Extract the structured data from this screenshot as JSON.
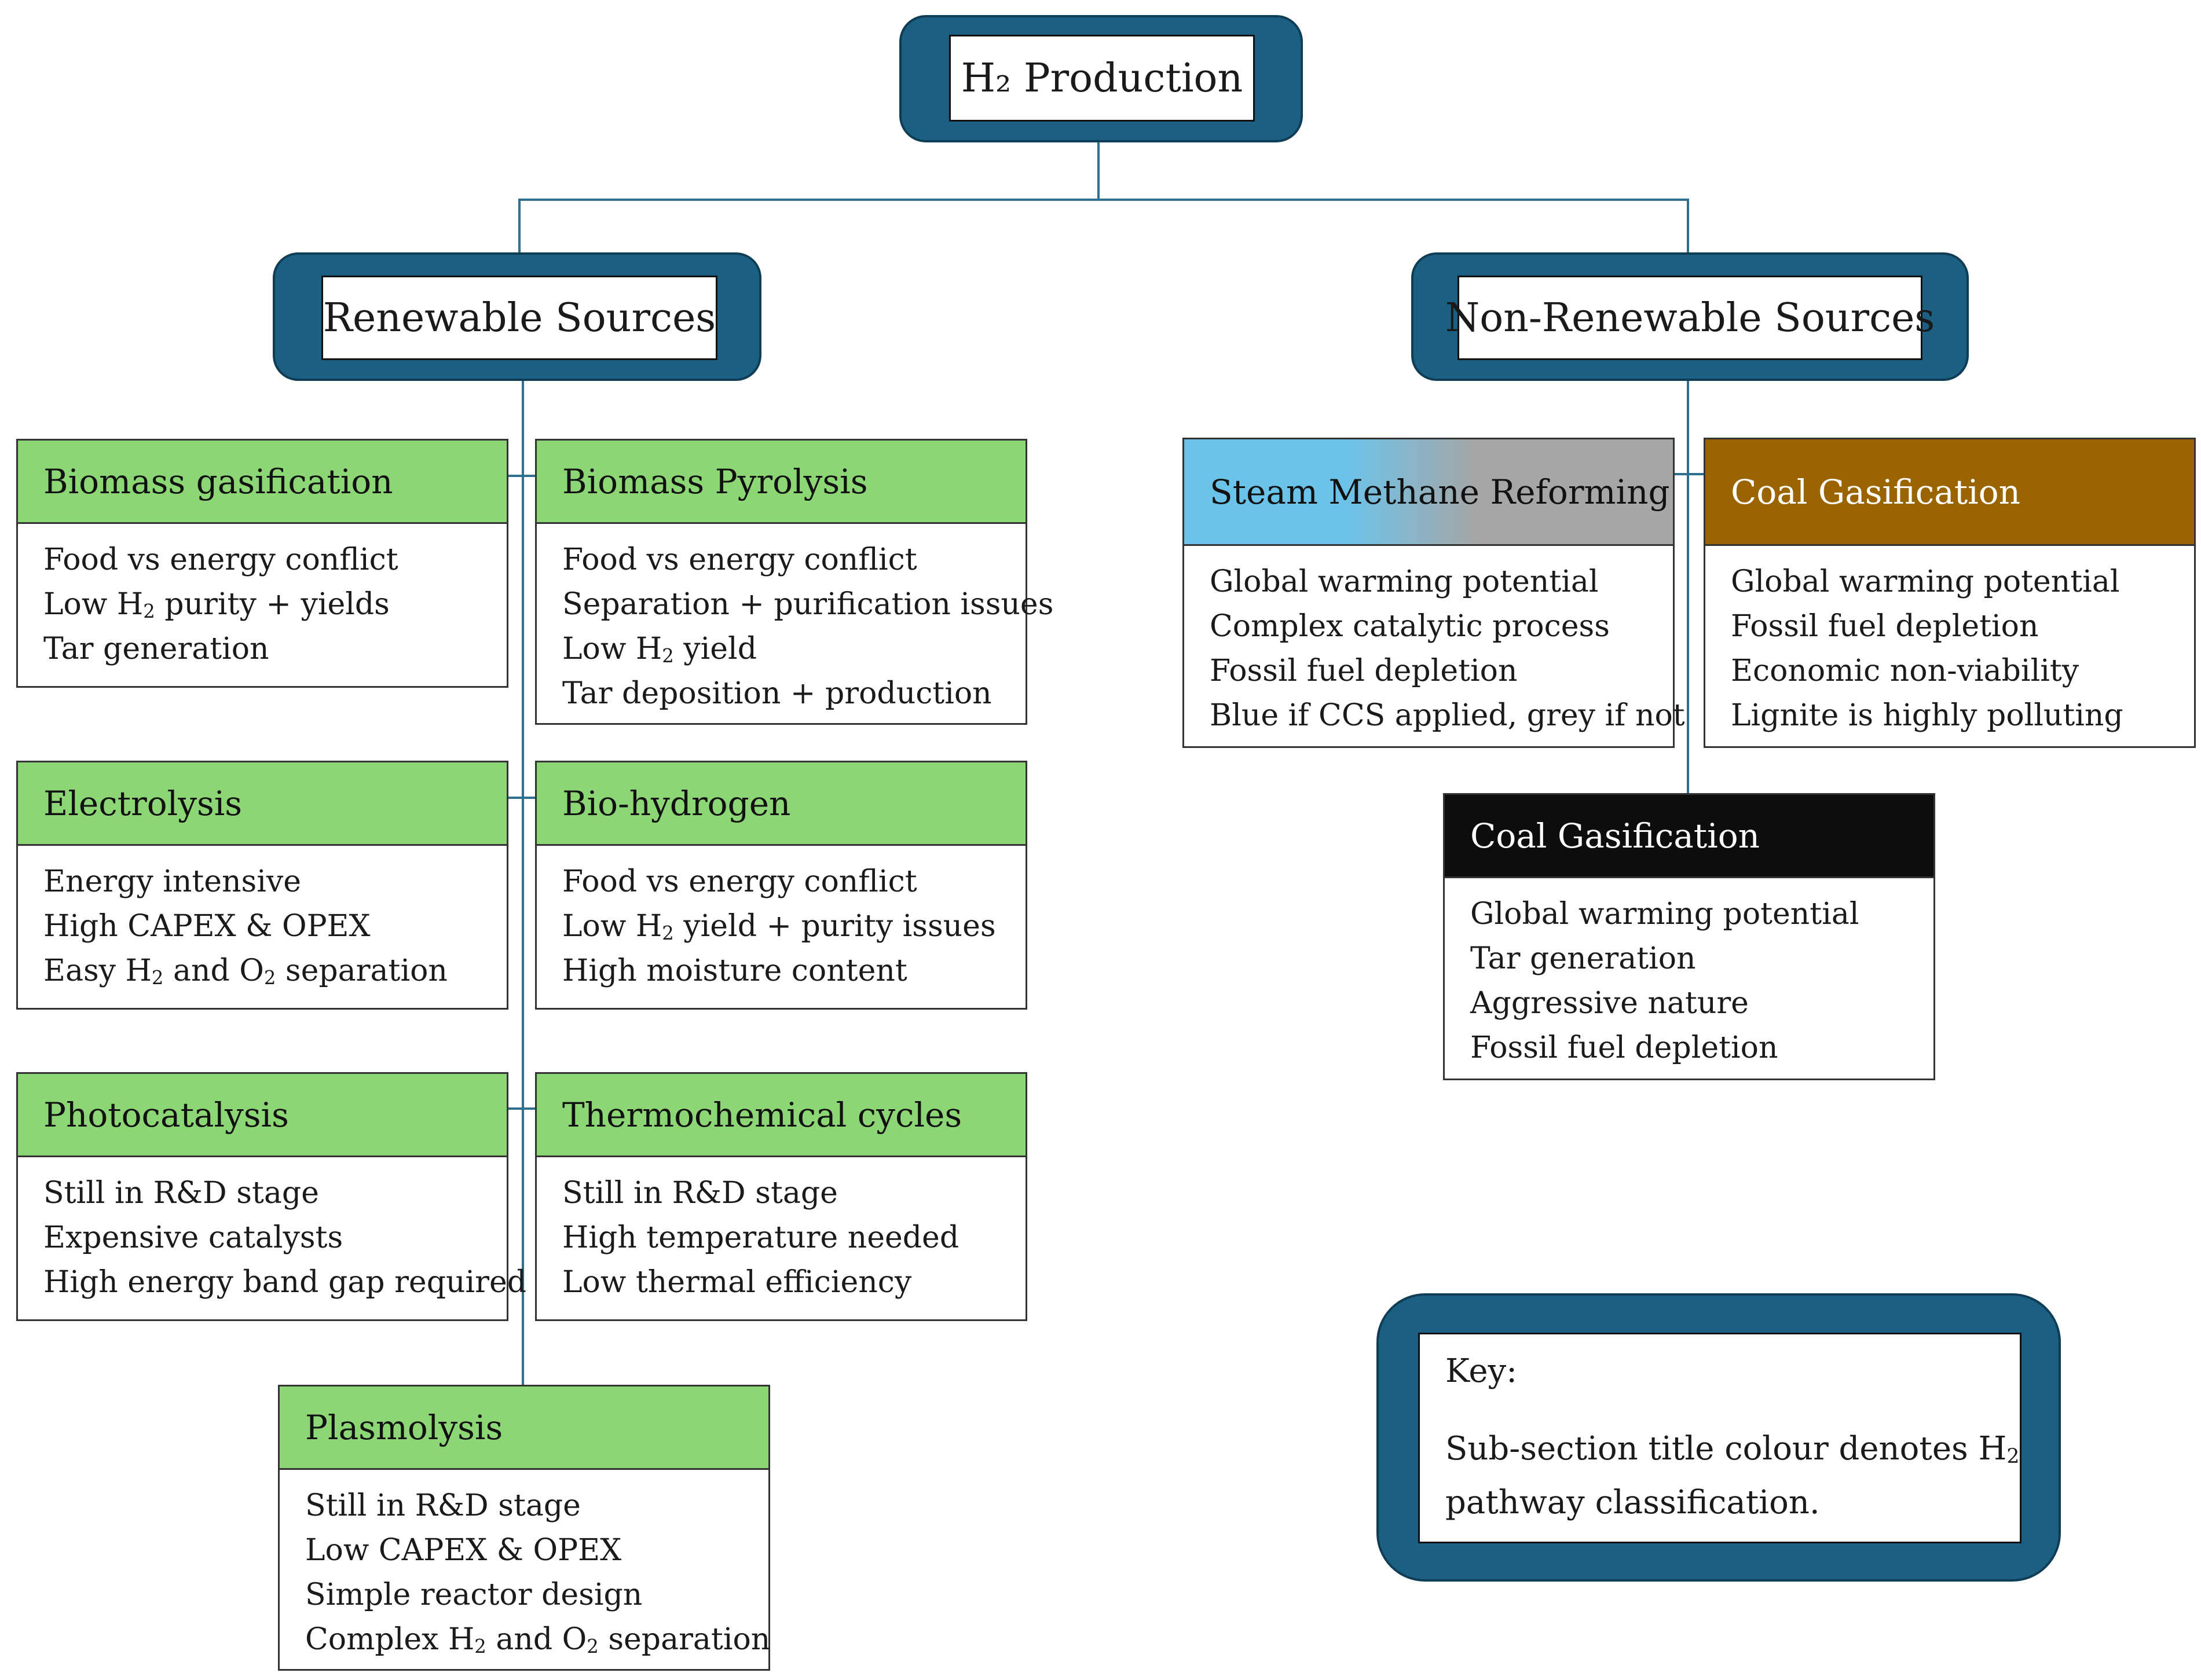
{
  "root": {
    "title": "H₂ Production"
  },
  "branches": {
    "renewable": {
      "title": "Renewable Sources"
    },
    "non_renewable": {
      "title": "Non-Renewable Sources"
    }
  },
  "renewable_cards": [
    {
      "title": "Biomass gasification",
      "items": [
        "Food vs energy conflict",
        "Low H₂ purity + yields",
        "Tar generation"
      ]
    },
    {
      "title": "Biomass Pyrolysis",
      "items": [
        "Food vs energy conflict",
        "Separation + purification issues",
        "Low H₂ yield",
        "Tar deposition + production"
      ]
    },
    {
      "title": "Electrolysis",
      "items": [
        "Energy intensive",
        "High CAPEX & OPEX",
        "Easy H₂ and O₂ separation"
      ]
    },
    {
      "title": "Bio-hydrogen",
      "items": [
        "Food vs energy conflict",
        "Low H₂ yield + purity issues",
        "High moisture content"
      ]
    },
    {
      "title": "Photocatalysis",
      "items": [
        "Still in R&D stage",
        "Expensive catalysts",
        "High energy band gap required"
      ]
    },
    {
      "title": "Thermochemical cycles",
      "items": [
        "Still in R&D stage",
        "High temperature needed",
        "Low thermal efficiency"
      ]
    },
    {
      "title": "Plasmolysis",
      "items": [
        "Still in R&D stage",
        "Low CAPEX & OPEX",
        "Simple reactor design",
        "Complex H₂ and O₂ separation"
      ]
    }
  ],
  "non_renewable_cards": [
    {
      "title": "Steam Methane Reforming",
      "items": [
        "Global warming potential",
        "Complex catalytic process",
        "Fossil fuel depletion",
        "Blue if CCS applied, grey if not"
      ]
    },
    {
      "title": "Coal Gasification",
      "items": [
        "Global warming potential",
        "Fossil fuel depletion",
        "Economic non-viability",
        "Lignite is highly polluting"
      ]
    },
    {
      "title": "Coal Gasification",
      "items": [
        "Global warming potential",
        "Tar generation",
        "Aggressive nature",
        "Fossil fuel depletion"
      ]
    }
  ],
  "key": {
    "heading": "Key:",
    "text_line1": "Sub-section title colour denotes H₂",
    "text_line2": "pathway classification."
  },
  "colors": {
    "frame": "#1b5f82",
    "renewable_header": "#8dd675",
    "smr_header_blue": "#6cc3ea",
    "smr_header_grey": "#a6a6a6",
    "brown_coal_header": "#9a6400",
    "black_coal_header": "#0d0d0d",
    "connector": "#2f6f8f"
  }
}
